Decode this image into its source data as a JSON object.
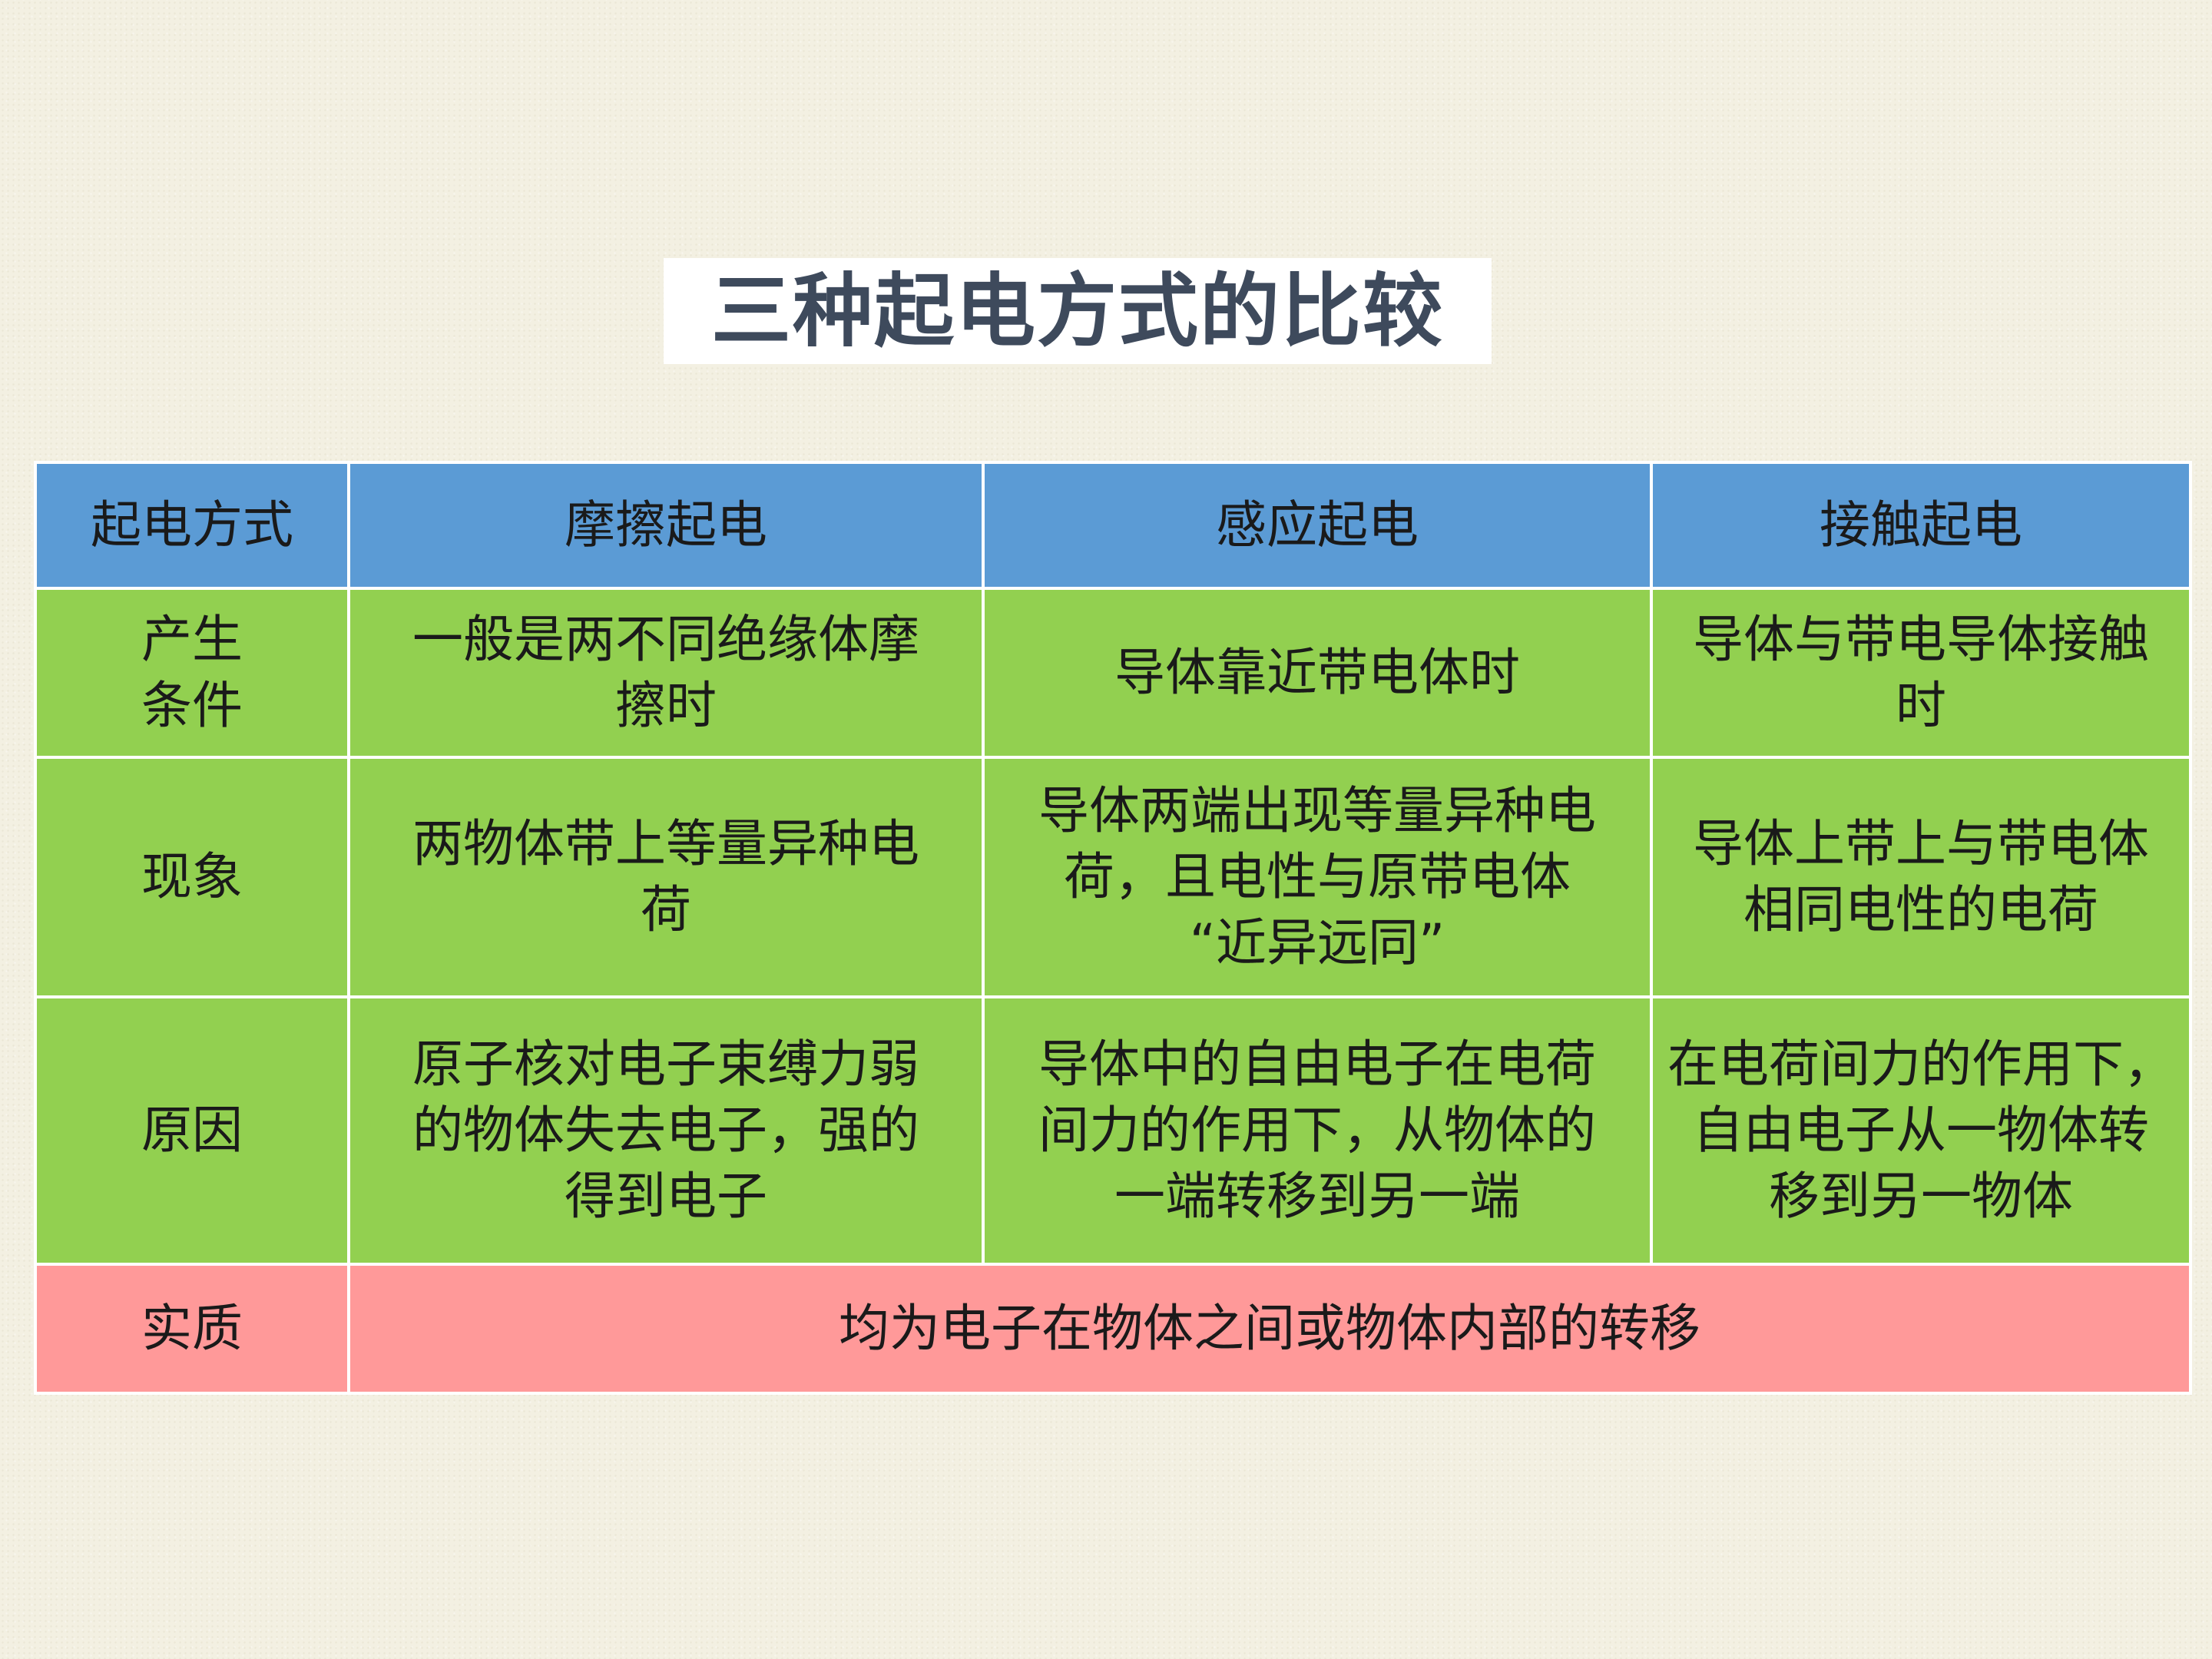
{
  "title": "三种起电方式的比较",
  "colors": {
    "header_bg": "#5b9bd5",
    "body_bg": "#92d050",
    "essence_bg": "#ff9999",
    "title_bg": "#ffffff",
    "title_text": "#3e4a5c"
  },
  "table": {
    "header": [
      "起电方式",
      "摩擦起电",
      "感应起电",
      "接触起电"
    ],
    "rows": [
      {
        "label": "产生\n条件",
        "cells": [
          "一般是两不同绝缘体摩\n擦时",
          "导体靠近带电体时",
          "导体与带电导体接触\n时"
        ]
      },
      {
        "label": "现象",
        "cells": [
          "两物体带上等量异种电\n荷",
          "导体两端出现等量异种电\n荷，且电性与原带电体\n“近异远同”",
          "导体上带上与带电体\n相同电性的电荷"
        ]
      },
      {
        "label": "原因",
        "cells": [
          "原子核对电子束缚力弱\n的物体失去电子，强的\n得到电子",
          "导体中的自由电子在电荷\n间力的作用下，从物体的\n一端转移到另一端",
          "在电荷间力的作用下，\n自由电子从一物体转\n移到另一物体"
        ]
      }
    ],
    "essence": {
      "label": "实质",
      "text": "均为电子在物体之间或物体内部的转移"
    }
  }
}
